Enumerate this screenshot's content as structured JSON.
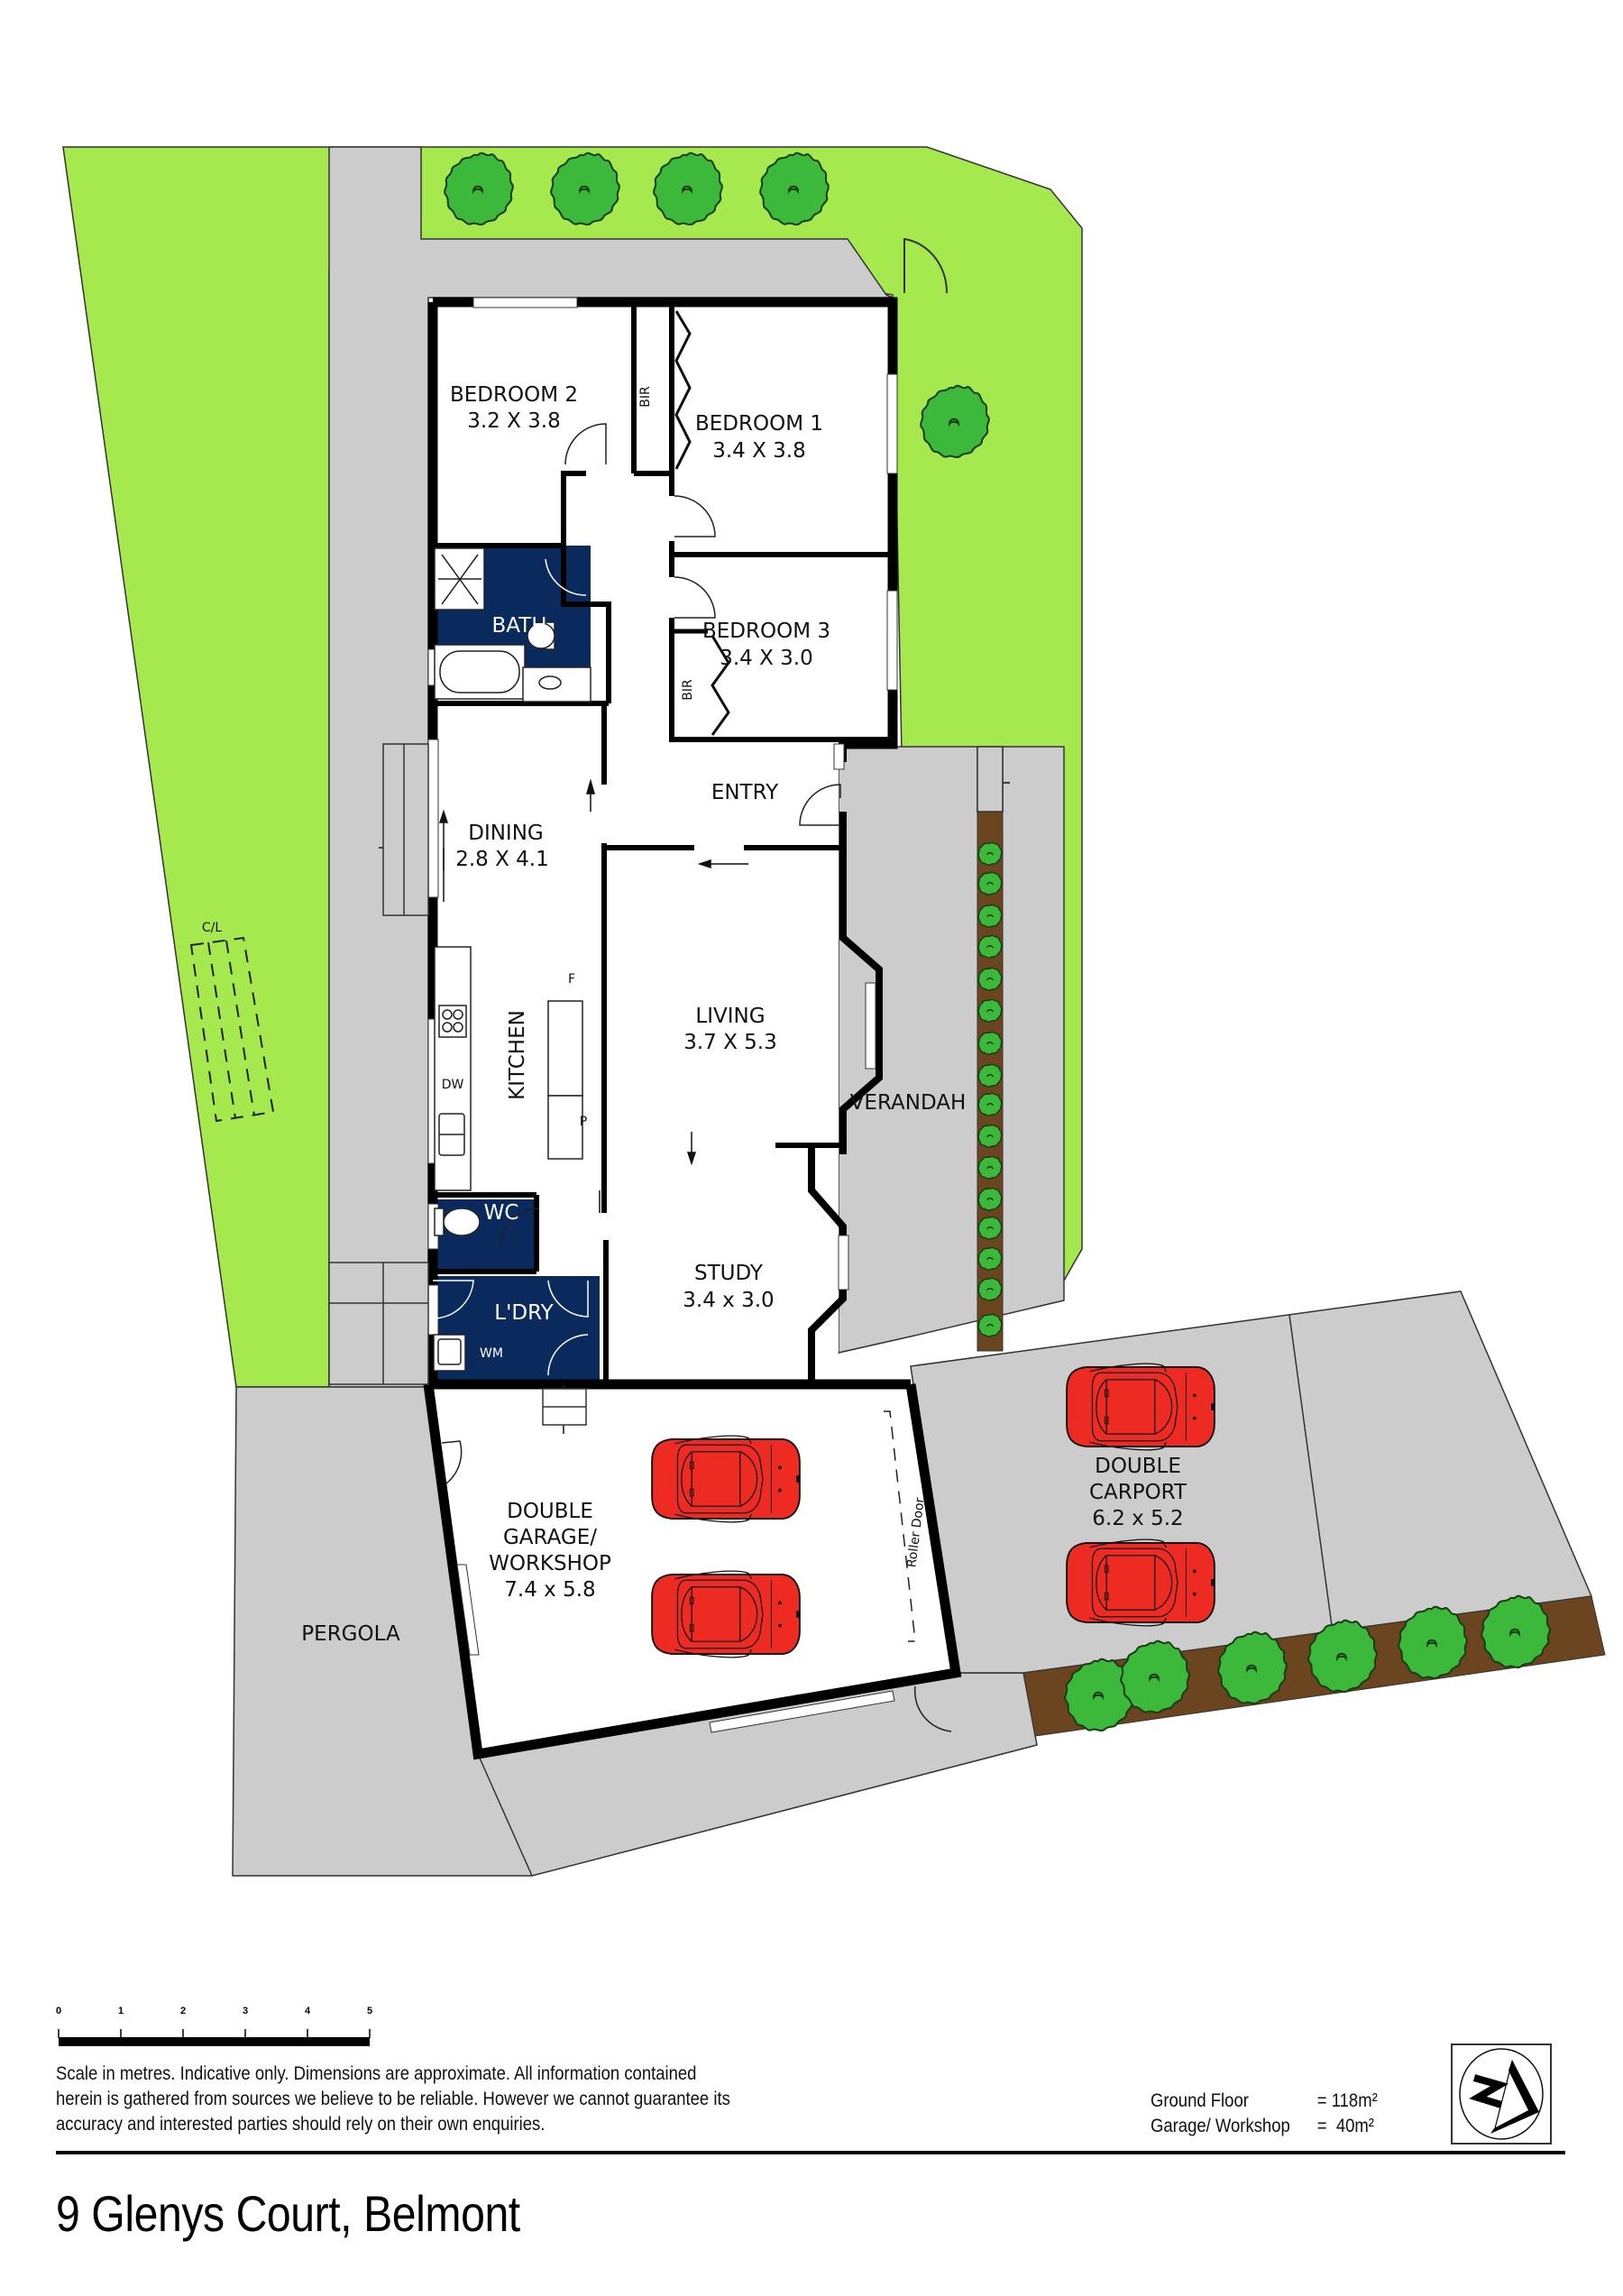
{
  "title": "9 Glenys Court, Belmont",
  "rooms": {
    "bedroom2": {
      "name": "BEDROOM 2",
      "dims": "3.2 X 3.8"
    },
    "bedroom1": {
      "name": "BEDROOM 1",
      "dims": "3.4 X 3.8"
    },
    "bedroom3": {
      "name": "BEDROOM 3",
      "dims": "3.4 X 3.0"
    },
    "bath": {
      "name": "BATH"
    },
    "entry": {
      "name": "ENTRY"
    },
    "dining": {
      "name": "DINING",
      "dims": "2.8 X 4.1"
    },
    "kitchen": {
      "name": "KITCHEN"
    },
    "living": {
      "name": "LIVING",
      "dims": "3.7 X 5.3"
    },
    "verandah": {
      "name": "VERANDAH"
    },
    "wc": {
      "name": "WC"
    },
    "laundry": {
      "name": "L'DRY"
    },
    "study": {
      "name": "STUDY",
      "dims": "3.4 x 3.0"
    },
    "garage": {
      "name_lines": [
        "DOUBLE",
        "GARAGE/",
        "WORKSHOP"
      ],
      "dims": "7.4 x 5.8"
    },
    "carport": {
      "name_lines": [
        "DOUBLE",
        "CARPORT"
      ],
      "dims": "6.2 x 5.2"
    },
    "pergola": {
      "name": "PERGOLA"
    }
  },
  "fixtures": {
    "bir1": "BIR",
    "bir3": "BIR",
    "fridge": "F",
    "pantry": "P",
    "dishwasher": "DW",
    "washing_machine": "WM",
    "roller_door": "Roller Door",
    "clothesline": "C/L"
  },
  "scale": {
    "ticks": [
      "0",
      "1",
      "2",
      "3",
      "4",
      "5"
    ],
    "unit": "metres"
  },
  "disclaimer": {
    "line1": "Scale in metres. Indicative only. Dimensions are approximate. All information contained",
    "line2": "herein is gathered from sources we believe to be reliable. However we cannot guarantee its",
    "line3": "accuracy and interested parties should rely on their own enquiries."
  },
  "areas": [
    {
      "label": "Ground Floor",
      "value": "= 118m²"
    },
    {
      "label": "Garage/ Workshop",
      "value": "=  40m²"
    }
  ],
  "colors": {
    "lawn": "#a6e94e",
    "paving": "#cccccc",
    "garden_bed": "#6b4420",
    "tree": "#3cb93a",
    "wet_area": "#0a2a5e",
    "car": "#ee2b22",
    "wall": "#000000"
  },
  "icons": {
    "compass": "north-arrow-icon",
    "tree": "tree-icon",
    "car": "car-icon"
  }
}
